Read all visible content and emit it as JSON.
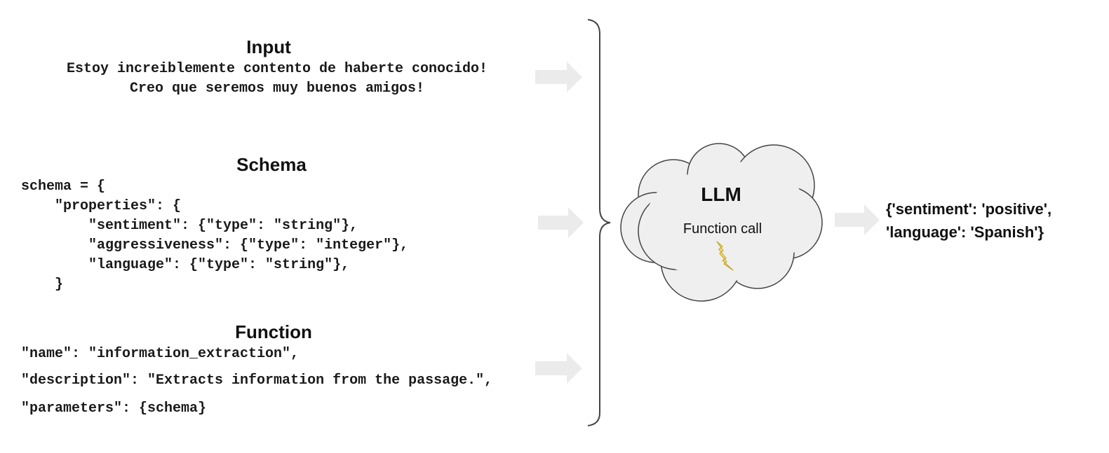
{
  "input": {
    "heading": "Input",
    "lines": [
      "Estoy increiblemente contento de haberte conocido!",
      "Creo que seremos muy buenos amigos!"
    ]
  },
  "schema": {
    "heading": "Schema",
    "lines": [
      "schema = {",
      "    \"properties\": {",
      "        \"sentiment\": {\"type\": \"string\"},",
      "        \"aggressiveness\": {\"type\": \"integer\"},",
      "        \"language\": {\"type\": \"string\"},",
      "    }"
    ]
  },
  "function": {
    "heading": "Function",
    "lines": [
      "\"name\": \"information_extraction\",",
      "\"description\": \"Extracts information from the passage.\",",
      "\"parameters\": {schema}"
    ]
  },
  "llm": {
    "title": "LLM",
    "subtitle": "Function call",
    "cloud_fill": "#efefef",
    "lightning_color": "#f6e08a"
  },
  "output": {
    "lines": [
      "{'sentiment': 'positive',",
      "'language': 'Spanish'}"
    ]
  },
  "colors": {
    "arrow": "#ebebeb",
    "outline": "#444444"
  }
}
